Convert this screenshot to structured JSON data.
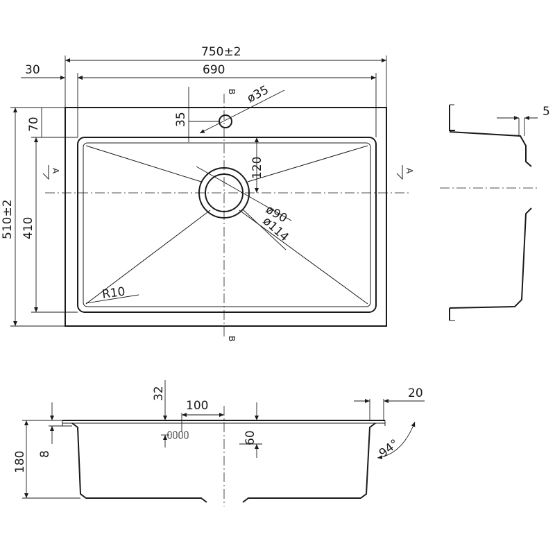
{
  "drawing": {
    "top_view": {
      "overall_width": "750±2",
      "bowl_width": "690",
      "rim_offset": "30",
      "overall_height": "510±2",
      "bowl_height": "410",
      "rim_top": "70",
      "tap_hole_offset": "35",
      "tap_hole_diameter": "ø35",
      "drain_offset": "120",
      "drain_diameter": "ø90",
      "drain_flange_diameter": "ø114",
      "corner_radius": "R10",
      "section_a": "A",
      "section_b": "B"
    },
    "side_view": {
      "flange": "5"
    },
    "front_view": {
      "depth": "180",
      "rim_thickness": "8",
      "overflow_height": "32",
      "overflow_width": "100",
      "drain_depth": "60",
      "flange_width": "20",
      "wall_angle": "94°"
    }
  }
}
